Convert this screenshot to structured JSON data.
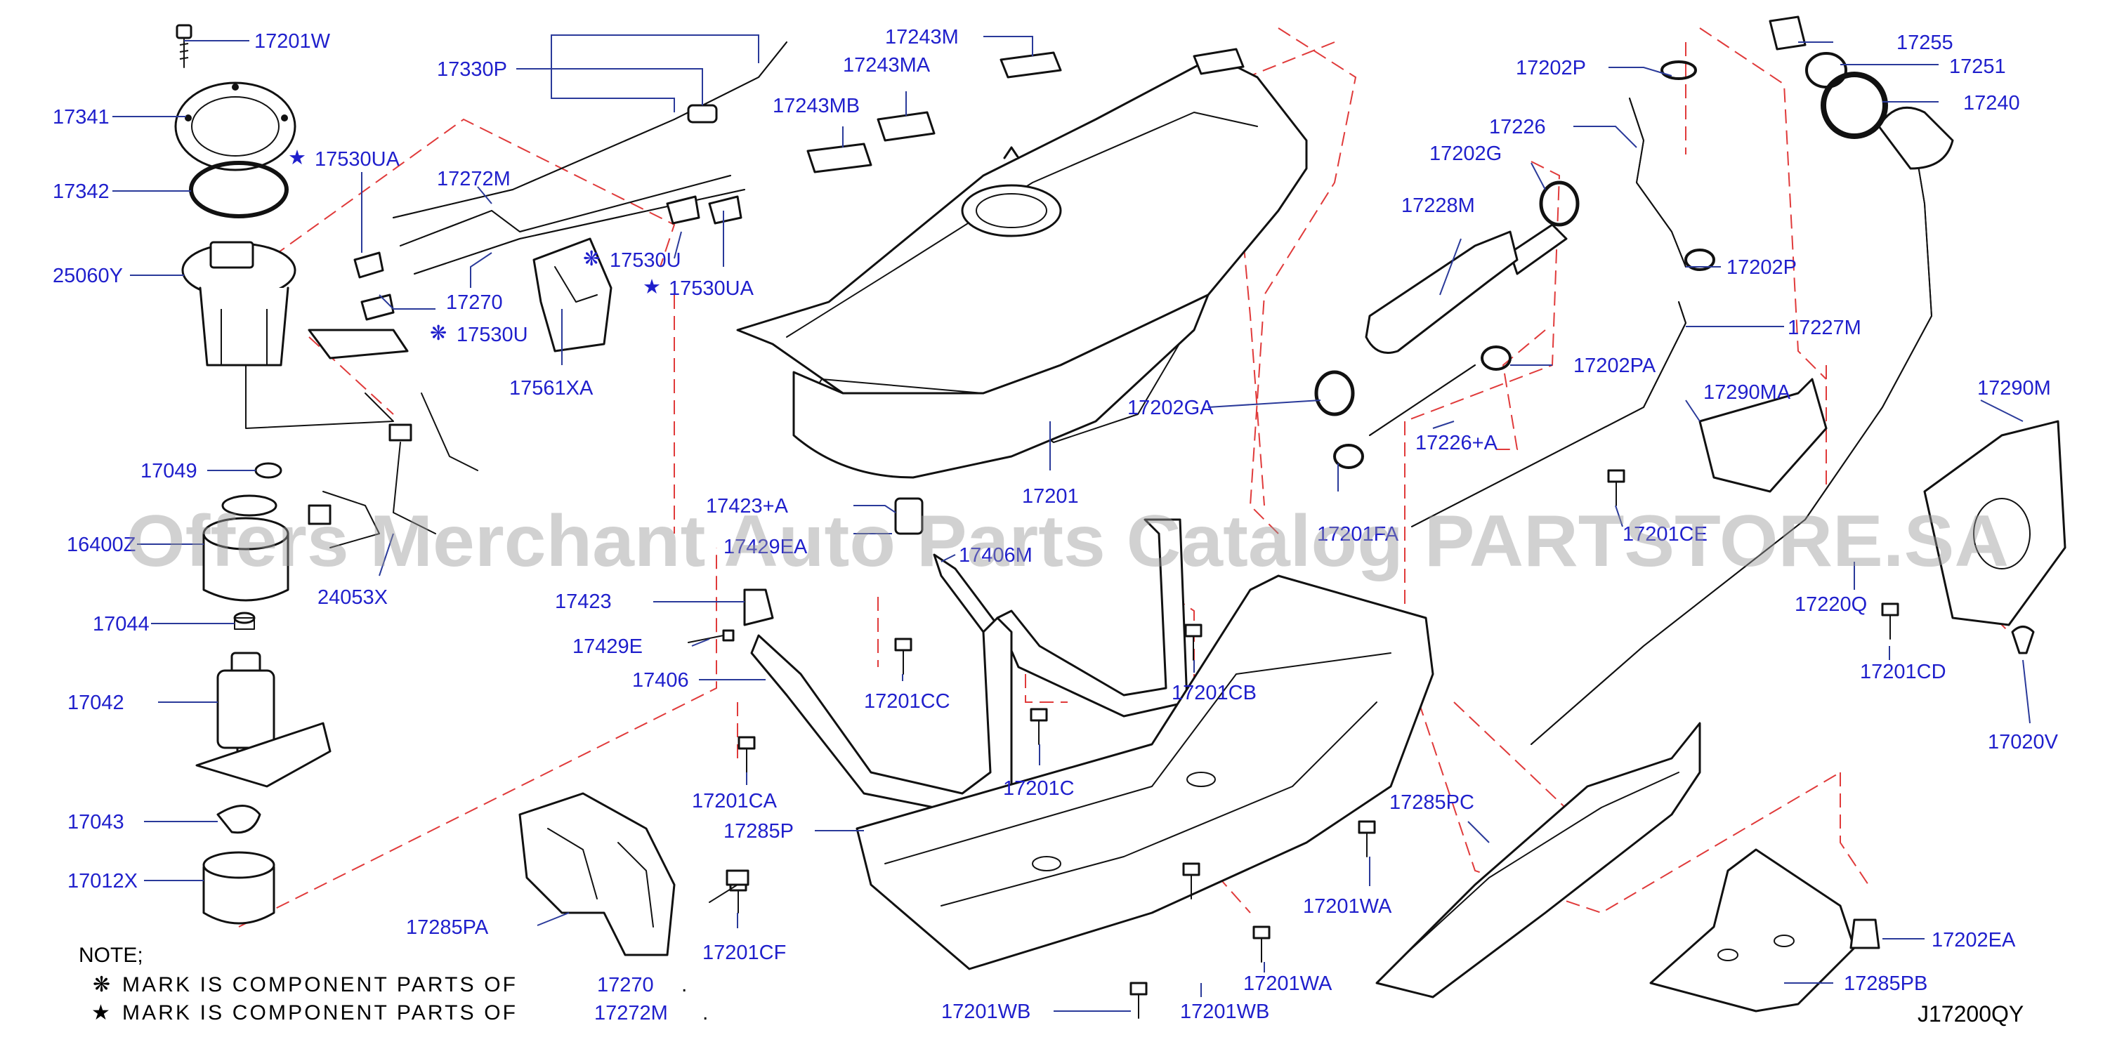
{
  "watermark": "Offers Merchant Auto Parts Catalog PARTSTORE.SA",
  "diagram_code": "J17200QY",
  "notes": {
    "heading": "NOTE;",
    "line1_mark": "❋",
    "line1_text": "MARK IS COMPONENT PARTS OF",
    "line1_part": "17270",
    "line1_end": ".",
    "line2_mark": "★",
    "line2_text": "MARK IS COMPONENT PARTS OF",
    "line2_part": "17272M",
    "line2_end": "."
  },
  "markers": {
    "star": "★",
    "flower": "❋"
  },
  "labels": {
    "p17201W": "17201W",
    "p17341": "17341",
    "p17342": "17342",
    "p25060Y": "25060Y",
    "p17049": "17049",
    "p16400Z": "16400Z",
    "p17044": "17044",
    "p17042": "17042",
    "p17043": "17043",
    "p17012X": "17012X",
    "p17330P": "17330P",
    "p17272M": "17272M",
    "p17530UA_a": "17530UA",
    "p17530U_a": "17530U",
    "p17530UA_b": "17530UA",
    "p17270": "17270",
    "p17530U_b": "17530U",
    "p17561XA": "17561XA",
    "p24053X": "24053X",
    "p17243M": "17243M",
    "p17243MA": "17243MA",
    "p17243MB": "17243MB",
    "p17201": "17201",
    "p17423A": "17423+A",
    "p17429EA": "17429EA",
    "p17406M": "17406M",
    "p17423": "17423",
    "p17429E": "17429E",
    "p17406": "17406",
    "p17201CC": "17201CC",
    "p17201CB": "17201CB",
    "p17201CA": "17201CA",
    "p17201C": "17201C",
    "p17285P": "17285P",
    "p17285PA": "17285PA",
    "p17201CF": "17201CF",
    "p17201WB_a": "17201WB",
    "p17201WB_b": "17201WB",
    "p17201WA_a": "17201WA",
    "p17201WA_b": "17201WA",
    "p17285PC": "17285PC",
    "p17202P_a": "17202P",
    "p17226": "17226",
    "p17202G": "17202G",
    "p17228M": "17228M",
    "p17202PA": "17202PA",
    "p17202GA": "17202GA",
    "p17226A": "17226+A",
    "p17201FA": "17201FA",
    "p17202P_b": "17202P",
    "p17227M": "17227M",
    "p17290MA": "17290MA",
    "p17201CE": "17201CE",
    "p17255": "17255",
    "p17251": "17251",
    "p17240": "17240",
    "p17290M": "17290M",
    "p17220Q": "17220Q",
    "p17201CD": "17201CD",
    "p17020V": "17020V",
    "p17202EA": "17202EA",
    "p17285PB": "17285PB"
  }
}
